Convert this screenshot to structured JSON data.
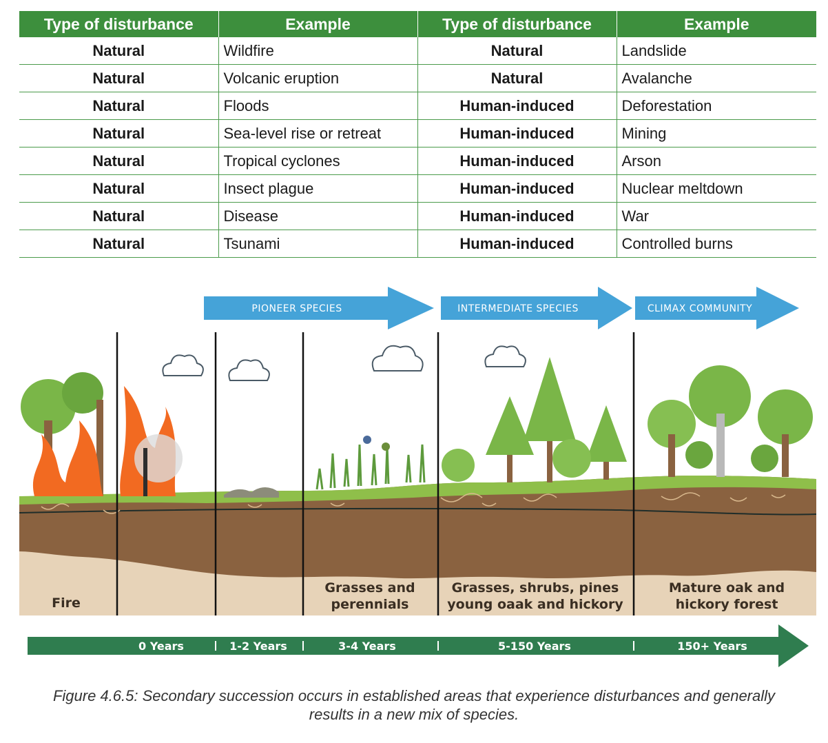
{
  "table": {
    "headers": [
      "Type of disturbance",
      "Example",
      "Type of disturbance",
      "Example"
    ],
    "rows": [
      [
        "Natural",
        "Wildfire",
        "Natural",
        "Landslide"
      ],
      [
        "Natural",
        "Volcanic eruption",
        "Natural",
        "Avalanche"
      ],
      [
        "Natural",
        "Floods",
        "Human-induced",
        "Deforestation"
      ],
      [
        "Natural",
        "Sea-level rise or retreat",
        "Human-induced",
        "Mining"
      ],
      [
        "Natural",
        "Tropical cyclones",
        "Human-induced",
        "Arson"
      ],
      [
        "Natural",
        "Insect plague",
        "Human-induced",
        "Nuclear meltdown"
      ],
      [
        "Natural",
        "Disease",
        "Human-induced",
        "War"
      ],
      [
        "Natural",
        "Tsunami",
        "Human-induced",
        "Controlled burns"
      ]
    ]
  },
  "diagram": {
    "top_arrows": [
      "PIONEER SPECIES",
      "INTERMEDIATE SPECIES",
      "CLIMAX COMMUNITY"
    ],
    "stages": {
      "fire": "Fire",
      "grasses_1": "Grasses and",
      "grasses_2": "perennials",
      "shrubs_1": "Grasses, shrubs, pines",
      "shrubs_2": "young oaak and hickory",
      "forest_1": "Mature oak and",
      "forest_2": "hickory forest"
    },
    "timeline": [
      "0 Years",
      "1-2 Years",
      "3-4 Years",
      "5-150 Years",
      "150+ Years"
    ],
    "colors": {
      "arrow_blue": "#45a3d8",
      "timeline_green": "#2f7d4f",
      "grass_green": "#8fbf4a",
      "topsoil": "#8a6240",
      "subsoil": "#e7d3b8",
      "tree_green": "#7ab648",
      "fire_orange": "#f26a21"
    }
  },
  "caption": {
    "line1": "Figure 4.6.5: Secondary succession occurs in established areas that experience disturbances and generally",
    "line2": "results in a new mix of species."
  }
}
